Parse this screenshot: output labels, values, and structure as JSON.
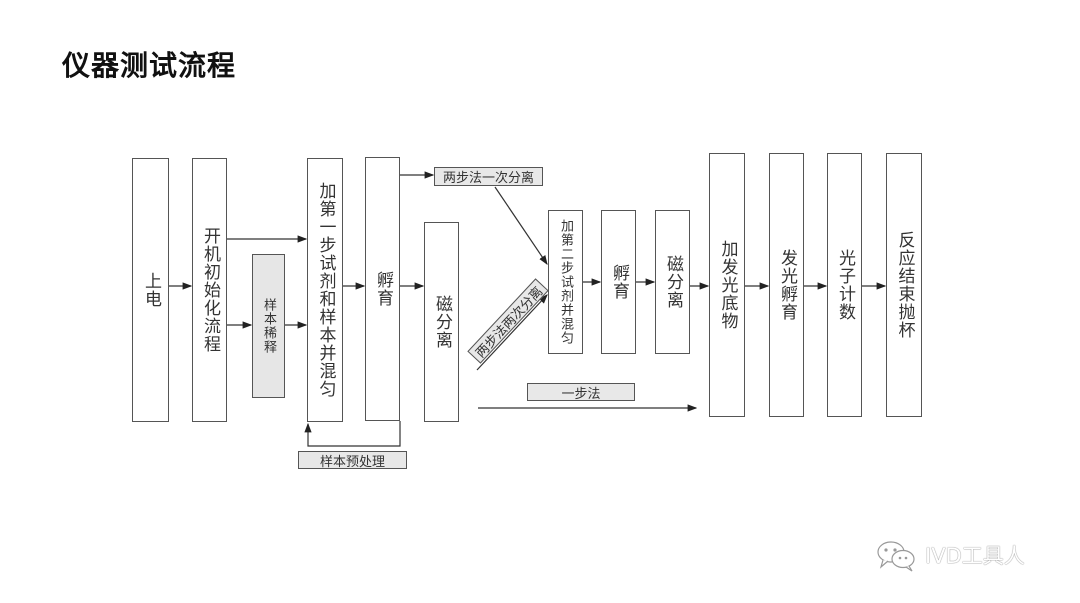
{
  "title": "仪器测试流程",
  "steps": {
    "power_on": "上电",
    "init": "开机初始化流程",
    "dilution": "样本稀释",
    "add_reagent1": "加第一步试剂和样本并混匀",
    "incubate1": "孵育",
    "mag_sep1": "磁分离",
    "add_reagent2": "加第二步试剂并混匀",
    "incubate2": "孵育",
    "mag_sep2": "磁分离",
    "add_substrate": "加发光底物",
    "lum_incubate": "发光孵育",
    "photon_count": "光子计数",
    "end_discard": "反应结束抛杯"
  },
  "labels": {
    "two_step_one_sep": "两步法一次分离",
    "two_step_two_sep": "两步法两次分离",
    "one_step": "一步法",
    "pretreatment": "样本预处理"
  },
  "watermark": "IVD工具人"
}
